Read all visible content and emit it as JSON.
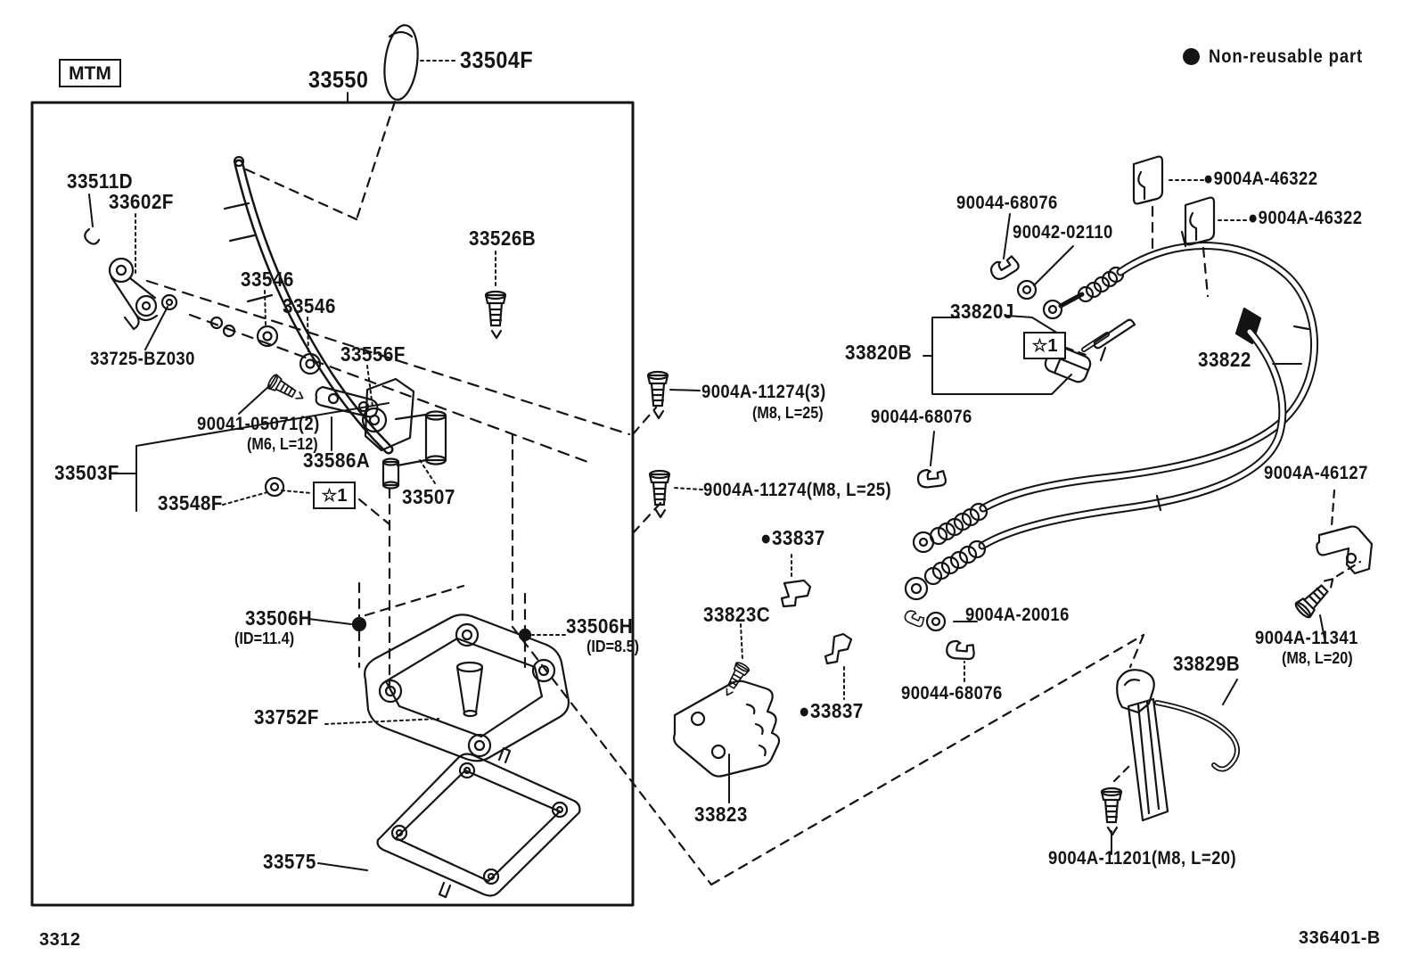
{
  "page": {
    "sheet_code": "3312",
    "figure_code": "336401-B"
  },
  "legend": {
    "nonreusable": "Non-reusable part"
  },
  "tags": {
    "transmission": "MTM",
    "star1_left": "☆1",
    "star1_right": "☆1"
  },
  "labels": {
    "p33550": "33550",
    "p33504F": "33504F",
    "p33511D": "33511D",
    "p33602F": "33602F",
    "p33526B": "33526B",
    "p33546_1": "33546",
    "p33546_2": "33546",
    "p33556F": "33556F",
    "p33725_BZ030": "33725-BZ030",
    "p90041_05071": "90041-05071(2)",
    "p90041_05071_sub": "(M6, L=12)",
    "p33586A": "33586A",
    "p33503F": "33503F",
    "p33548F": "33548F",
    "p33507": "33507",
    "p33506H_left": "33506H",
    "p33506H_left_sub": "(ID=11.4)",
    "p33506H_right": "33506H",
    "p33506H_right_sub": "(ID=8.5)",
    "p33752F": "33752F",
    "p33575": "33575",
    "p9004A_11274_3": "9004A-11274(3)",
    "p9004A_11274_3_sub": "(M8, L=25)",
    "p9004A_11274": "9004A-11274(M8, L=25)",
    "p33837_top": "●33837",
    "p33823C": "33823C",
    "p33837_bottom": "●33837",
    "p33823": "33823",
    "p9004A_46322_1": "●9004A-46322",
    "p9004A_46322_2": "●9004A-46322",
    "p90044_68076_1": "90044-68076",
    "p90042_02110": "90042-02110",
    "p33820J": "33820J",
    "p33820B": "33820B",
    "p33822": "33822",
    "p90044_68076_2": "90044-68076",
    "p9004A_46127": "9004A-46127",
    "p9004A_20016": "9004A-20016",
    "p90044_68076_3": "90044-68076",
    "p9004A_11341": "9004A-11341",
    "p9004A_11341_sub": "(M8, L=20)",
    "p33829B": "33829B",
    "p9004A_11201": "9004A-11201(M8, L=20)"
  }
}
